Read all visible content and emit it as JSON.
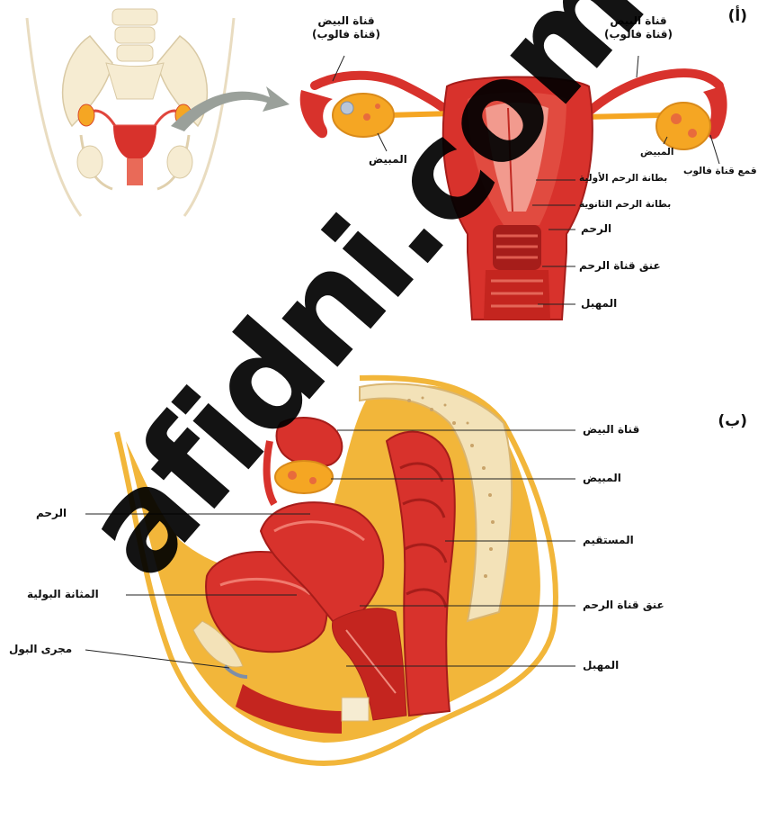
{
  "panel_a": {
    "tag": "(أ)",
    "labels": {
      "tube_left_1": "قناة البيض",
      "tube_left_2": "(قناة فالوب)",
      "tube_right_1": "قناة البيض",
      "tube_right_2": "(قناة فالوب)",
      "ovary_left": "المبيض",
      "ovary_right": "المبيض",
      "fimbriae": "قمع قناة فالوب",
      "endometrium_primary": "بطانة الرحم الأولية",
      "endometrium_secondary": "بطانة الرحم الثانوية",
      "uterus": "الرحم",
      "cervix": "عنق قناة الرحم",
      "vagina": "المهبل"
    }
  },
  "panel_b": {
    "tag": "(ب)",
    "labels": {
      "oviduct": "قناة البيض",
      "ovary": "المبيض",
      "uterus": "الرحم",
      "rectum": "المستقيم",
      "bladder": "المثانة البولية",
      "cervix": "عنق قناة الرحم",
      "urethra": "مجرى البول",
      "vagina": "المهبل"
    }
  },
  "watermark": "afidni.com",
  "colors": {
    "tissue_red": "#d8322c",
    "tissue_dark": "#a61d1a",
    "fat_yellow": "#f2b63a",
    "ovary_orange": "#f5a623",
    "bone": "#f6ecd2",
    "arrow_gray": "#9aa09a"
  }
}
